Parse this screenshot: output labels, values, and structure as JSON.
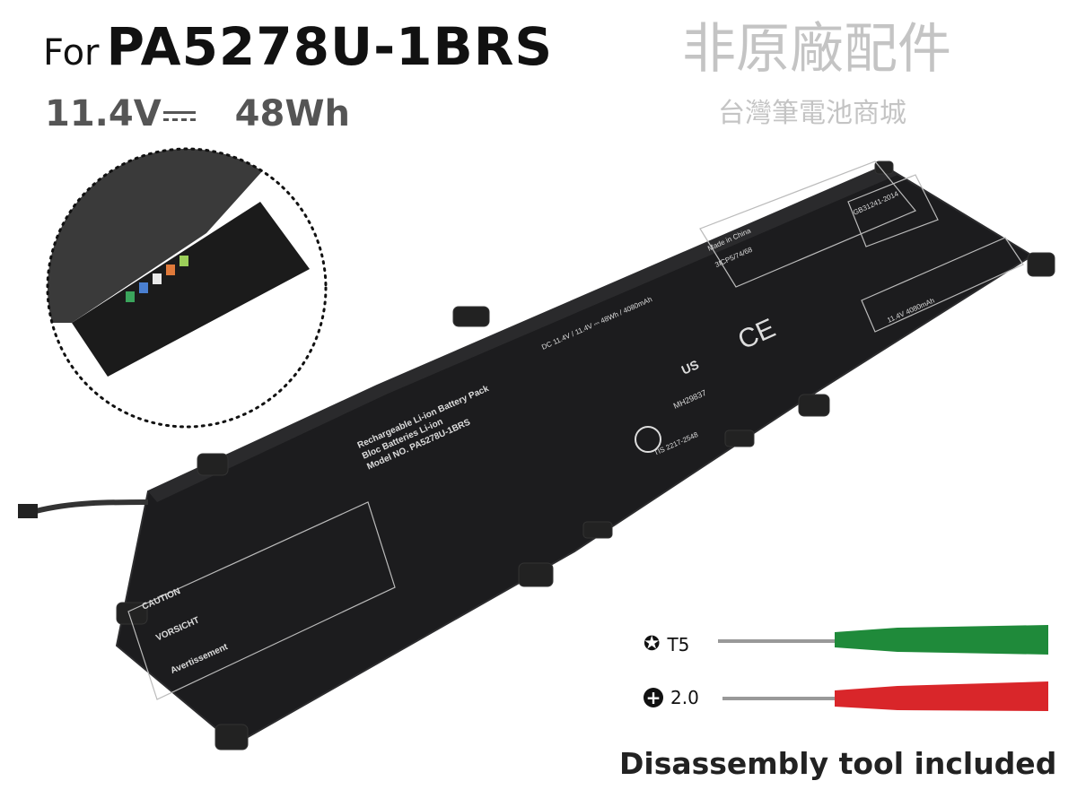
{
  "header": {
    "prefix": "For",
    "model": "PA5278U-1BRS",
    "voltage": "11.4V",
    "capacity": "48Wh"
  },
  "battery_label": {
    "caution_title": "CAUTION",
    "vorsicht_title": "VORSICHT",
    "avertissement_title": "Avertissement",
    "pack_line1": "Rechargeable Li-ion Battery Pack",
    "pack_line2": "Bloc Batteries Li-ion",
    "pack_line3": "Model NO. PA5278U-1BRS",
    "rating": "DC 11.4V / 11.4V ⎓ 48Wh / 4080mAh",
    "made_in": "Made in China",
    "cell_code": "3ICP5/74/68",
    "gb_code": "GB31241-2014",
    "right_rating": "11.4V 4080mAh",
    "cert_code": "MH29837",
    "tis_code": "TIS 2217-2548",
    "ce_mark": "CE",
    "us_mark": "US"
  },
  "watermark": {
    "line1": "非原廠配件",
    "line2": "台灣筆電池商城"
  },
  "tools": [
    {
      "icon": "torx-icon",
      "label": "T5",
      "handle_color": "#1f8a3a"
    },
    {
      "icon": "phillips-icon",
      "label": "2.0",
      "handle_color": "#d9262a"
    }
  ],
  "footer": {
    "text": "Disassembly tool included"
  }
}
